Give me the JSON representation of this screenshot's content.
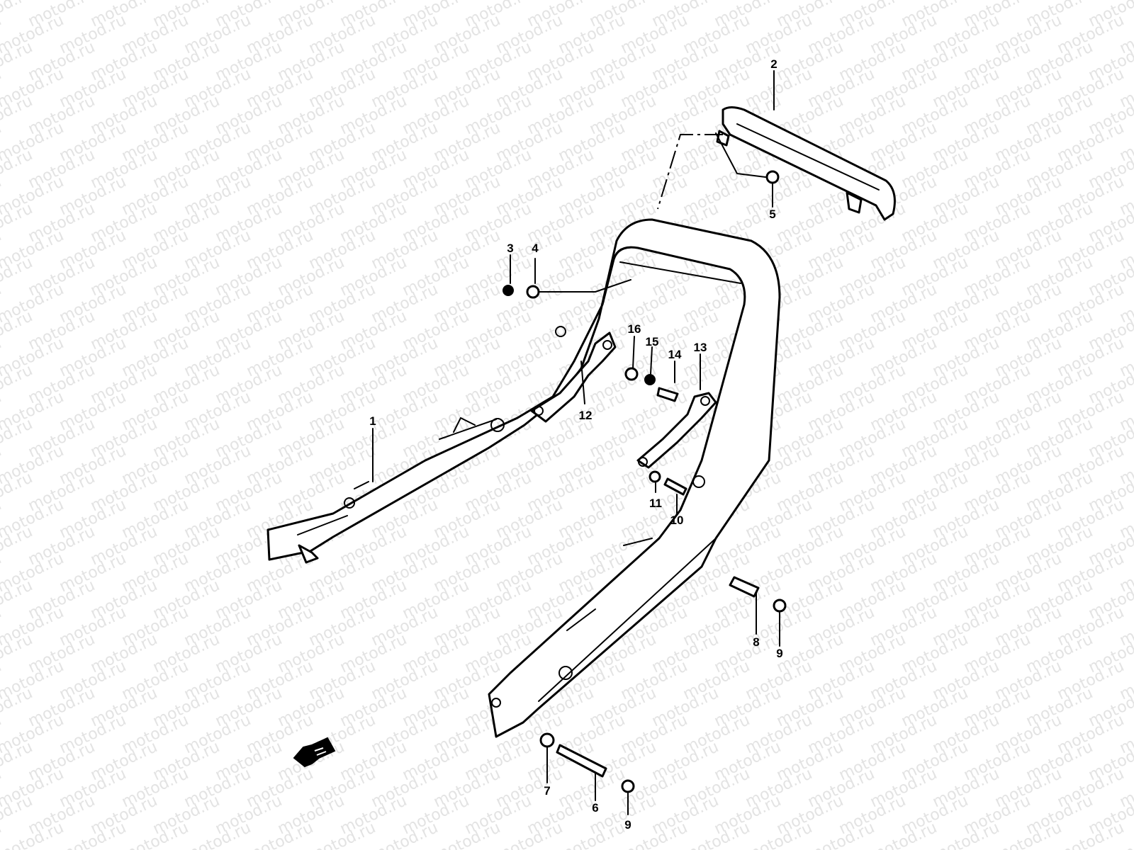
{
  "watermark": {
    "text": "motod.ru"
  },
  "diagram": {
    "callouts": [
      {
        "id": "1",
        "label": "1"
      },
      {
        "id": "2",
        "label": "2"
      },
      {
        "id": "3",
        "label": "3"
      },
      {
        "id": "4",
        "label": "4"
      },
      {
        "id": "5",
        "label": "5"
      },
      {
        "id": "6",
        "label": "6"
      },
      {
        "id": "7",
        "label": "7"
      },
      {
        "id": "8",
        "label": "8"
      },
      {
        "id": "9a",
        "label": "9"
      },
      {
        "id": "9b",
        "label": "9"
      },
      {
        "id": "10",
        "label": "10"
      },
      {
        "id": "11",
        "label": "11"
      },
      {
        "id": "12",
        "label": "12"
      },
      {
        "id": "13",
        "label": "13"
      },
      {
        "id": "14",
        "label": "14"
      },
      {
        "id": "15",
        "label": "15"
      },
      {
        "id": "16",
        "label": "16"
      }
    ],
    "front_arrow_icon": "front-direction-arrow-icon"
  }
}
